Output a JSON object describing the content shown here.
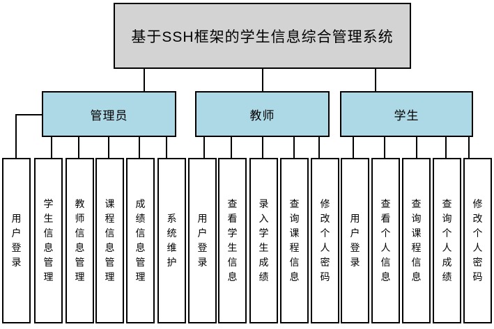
{
  "diagram": {
    "root": {
      "label": "基于SSH框架的学生信息综合管理系统"
    },
    "branches": [
      {
        "label": "管理员",
        "children": [
          "用户登录",
          "学生信息管理",
          "教师信息管理",
          "课程信息管理",
          "成绩信息管理",
          "系统维护"
        ]
      },
      {
        "label": "教师",
        "children": [
          "用户登录",
          "查看学生信息",
          "录入学生成绩",
          "查询课程信息",
          "修改个人密码"
        ]
      },
      {
        "label": "学生",
        "children": [
          "用户登录",
          "查看个人信息",
          "查询课程信息",
          "查询个人成绩",
          "修改个人密码"
        ]
      }
    ]
  },
  "colors": {
    "root_fill": "#d3d3d3",
    "branch_fill": "#add8e6",
    "leaf_fill": "#ffffff",
    "line": "#000000"
  }
}
